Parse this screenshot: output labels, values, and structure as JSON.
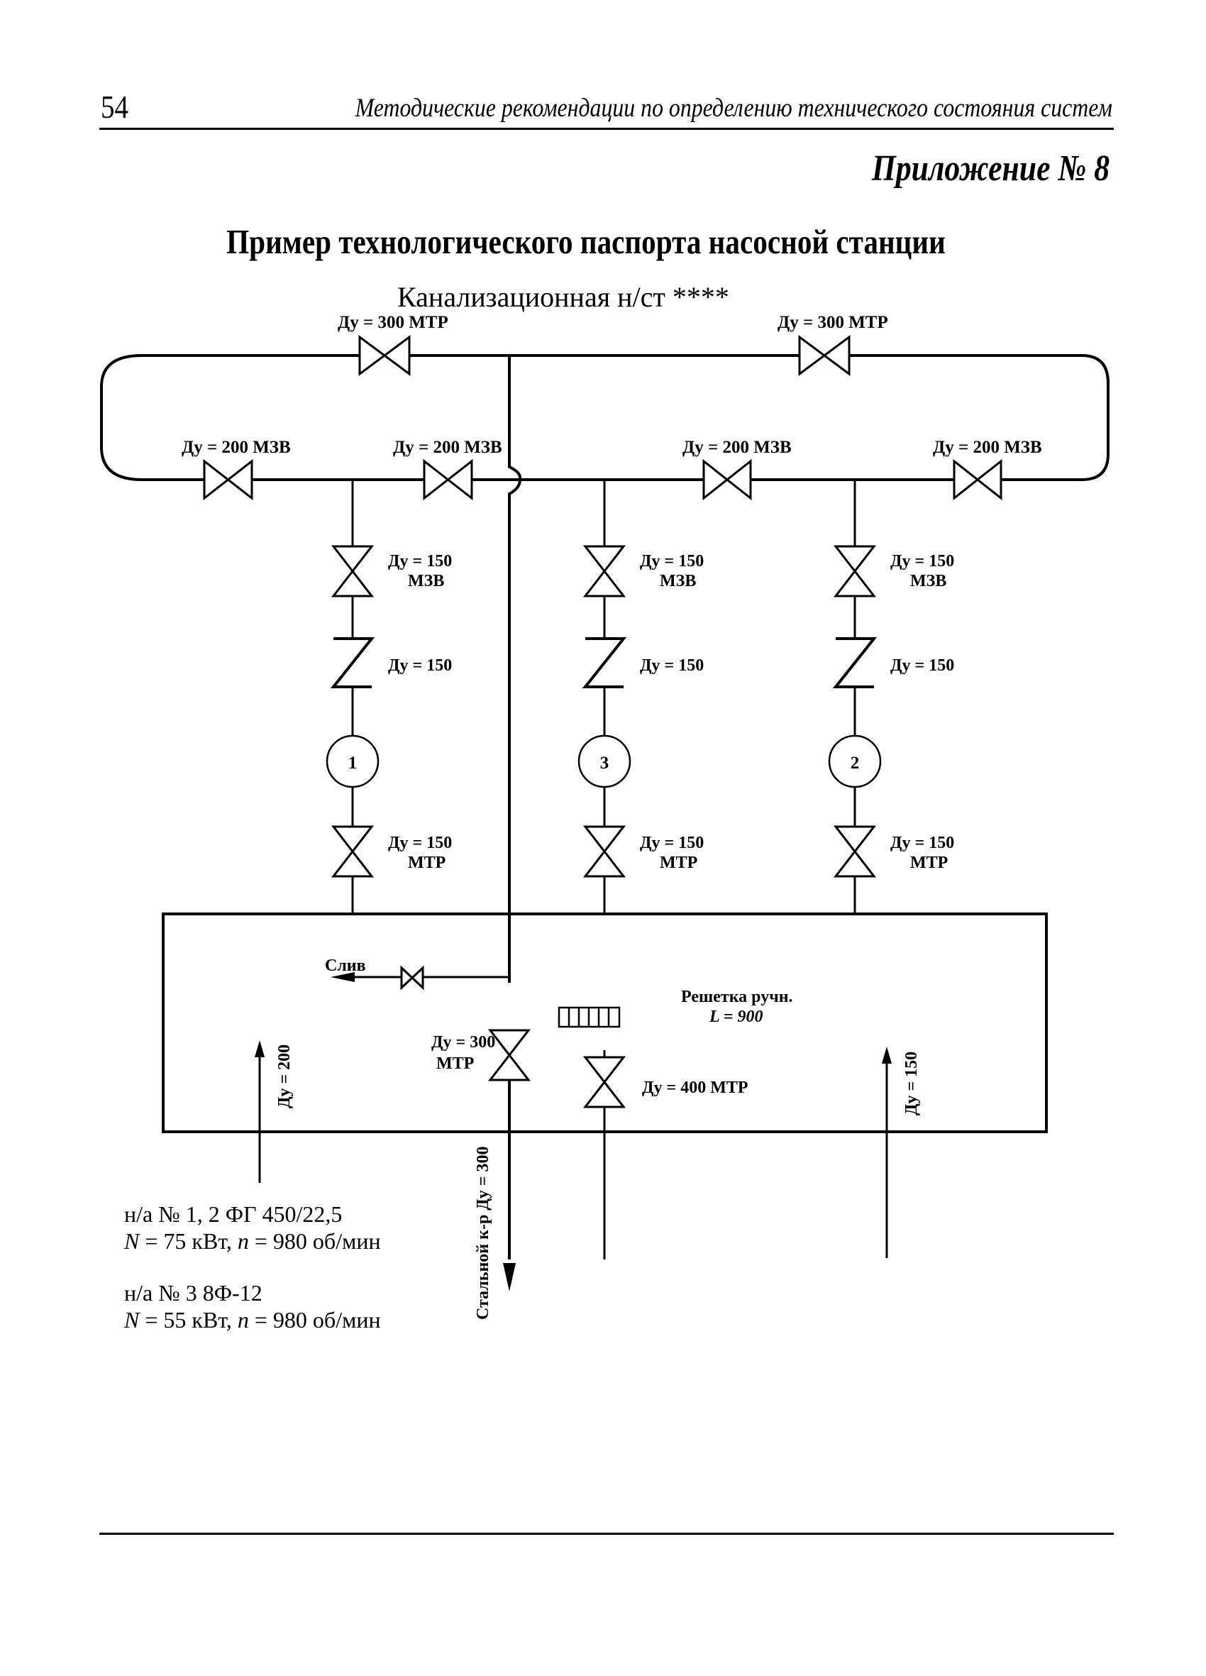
{
  "header": {
    "page_number": "54",
    "running_title": "Методические рекомендации по определению технического состояния систем"
  },
  "appendix_label": "Приложение № 8",
  "page_title": "Пример технологического паспорта насосной станции",
  "diagram": {
    "station_name": "Канализационная н/ст ****",
    "top_valves": [
      {
        "label": "Ду = 300 МТР"
      },
      {
        "label": "Ду = 300 МТР"
      }
    ],
    "manifold_valves": [
      {
        "label": "Ду = 200 МЗВ"
      },
      {
        "label": "Ду = 200 МЗВ"
      },
      {
        "label": "Ду = 200 МЗВ"
      },
      {
        "label": "Ду = 200 МЗВ"
      }
    ],
    "pump_branches": [
      {
        "pump_number": "1",
        "gate_valve_dn": "Ду = 150",
        "gate_valve_type": "МЗВ",
        "check_valve": "Ду = 150",
        "suction_valve_dn": "Ду = 150",
        "suction_valve_type": "МТР"
      },
      {
        "pump_number": "3",
        "gate_valve_dn": "Ду = 150",
        "gate_valve_type": "МЗВ",
        "check_valve": "Ду = 150",
        "suction_valve_dn": "Ду = 150",
        "suction_valve_type": "МТР"
      },
      {
        "pump_number": "2",
        "gate_valve_dn": "Ду = 150",
        "gate_valve_type": "МЗВ",
        "check_valve": "Ду = 150",
        "suction_valve_dn": "Ду = 150",
        "suction_valve_type": "МТР"
      }
    ],
    "tank": {
      "drain_label": "Слив",
      "screen_label": "Решетка ручн.",
      "screen_length": "L = 900",
      "outlet_valve_dn": "Ду = 300",
      "outlet_valve_type": "МТР",
      "inlet_valve": "Ду = 400 МТР",
      "inlet_left": "Ду = 200",
      "inlet_right": "Ду = 150"
    },
    "outlet_pipe": "Стальной к-р Ду = 300",
    "notes": [
      {
        "line1": "н/а № 1, 2  ФГ 450/22,5",
        "line2_N": "N",
        "line2_a": " = 75 кВт, ",
        "line2_n": "n",
        "line2_b": " = 980 об/мин"
      },
      {
        "line1": "н/а № 3  8Ф-12",
        "line2_N": "N",
        "line2_a": " = 55 кВт, ",
        "line2_n": "n",
        "line2_b": " = 980 об/мин"
      }
    ]
  }
}
